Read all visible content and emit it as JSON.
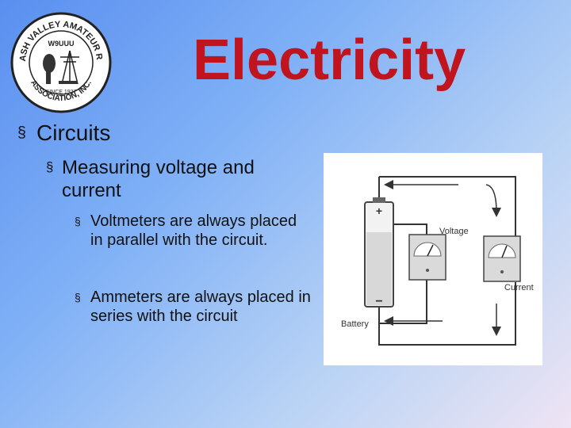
{
  "logo": {
    "ring_text_top": "WABASH VALLEY AMATEUR RADIO",
    "ring_text_bottom": "ASSOCIATION, INC.",
    "callsign": "W9UUU",
    "since": "SINCE 1927"
  },
  "slide": {
    "title": "Electricity",
    "bullet_marker": "§",
    "level1": "Circuits",
    "level2": "Measuring voltage and current",
    "level3": [
      "Voltmeters are always placed in parallel with the circuit.",
      "Ammeters are always placed in series with the circuit"
    ]
  },
  "diagram": {
    "labels": {
      "voltage": "Voltage",
      "current": "Current",
      "battery": "Battery",
      "plus": "+",
      "minus": "−"
    }
  }
}
